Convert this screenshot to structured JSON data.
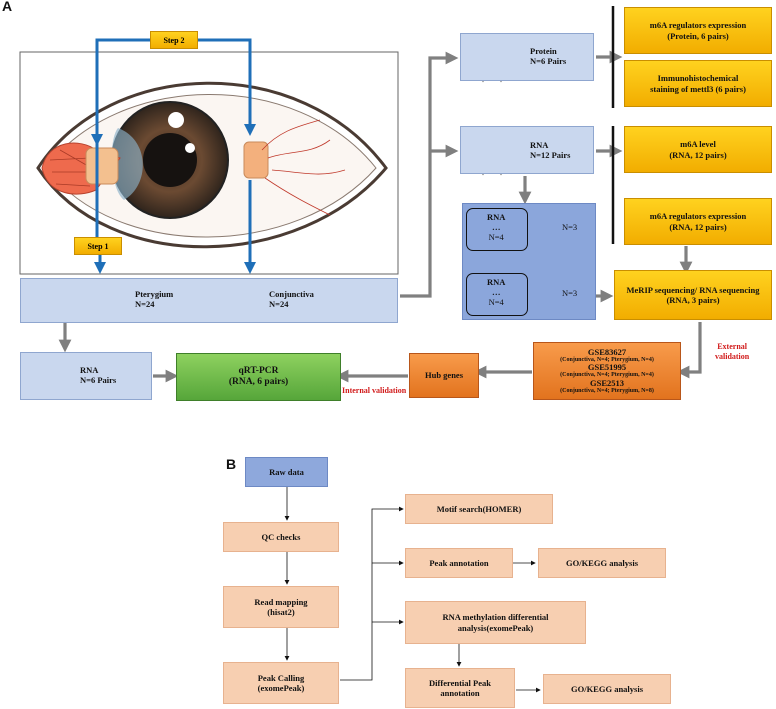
{
  "panels": {
    "a": "A",
    "b": "B"
  },
  "a": {
    "step1": "Step 1",
    "step2": "Step 2",
    "pterygium": {
      "name": "Pterygium",
      "n": "N=24"
    },
    "conjunctiva": {
      "name": "Conjunctiva",
      "n": "N=24"
    },
    "protein": {
      "name": "Protein",
      "n": "N=6 Pairs"
    },
    "rna12": {
      "name": "RNA",
      "n": "N=12 Pairs"
    },
    "rna_left": {
      "name": "RNA",
      "n": "N=6 Pairs"
    },
    "pool1": {
      "name": "RNA",
      "dots": "…",
      "n": "N=4",
      "out": "N=3"
    },
    "pool2": {
      "name": "RNA",
      "dots": "…",
      "n": "N=4",
      "out": "N=3"
    },
    "y1": {
      "l1": "m6A regulators expression",
      "l2": "(Protein, 6 pairs)"
    },
    "y2": {
      "l1": "Immunohistochemical",
      "l2": "staining of mettl3 (6 pairs)"
    },
    "y3": {
      "l1": "m6A level",
      "l2": "(RNA, 12 pairs)"
    },
    "y4": {
      "l1": "m6A regulators expression",
      "l2": "(RNA, 12 pairs)"
    },
    "y5": {
      "l1": "MeRIP sequencing/ RNA sequencing",
      "l2": "(RNA, 3 pairs)"
    },
    "qrt": {
      "l1": "qRT-PCR",
      "l2": "(RNA, 6 pairs)"
    },
    "hub": "Hub genes",
    "internal": "Internal validation",
    "external": {
      "l1": "External",
      "l2": "validation"
    },
    "gse": [
      {
        "name": "GSE83627",
        "detail": "(Conjunctiva, N=4; Pterygium, N=4)"
      },
      {
        "name": "GSE51995",
        "detail": "(Conjunctiva, N=4; Pterygium, N=4)"
      },
      {
        "name": "GSE2513",
        "detail": "(Conjunctiva, N=4; Pterygium, N=8)"
      }
    ]
  },
  "b": {
    "raw": "Raw data",
    "qc": "QC checks",
    "map": {
      "l1": "Read mapping",
      "l2": "(hisat2)"
    },
    "peak": {
      "l1": "Peak Calling",
      "l2": "(exomePeak)"
    },
    "motif": "Motif search(HOMER)",
    "anno": "Peak annotation",
    "go1": "GO/KEGG analysis",
    "diff": {
      "l1": "RNA methylation differential",
      "l2": "analysis(exomePeak)"
    },
    "dpa": {
      "l1": "Differential Peak",
      "l2": "annotation"
    },
    "go2": "GO/KEGG analysis"
  },
  "colors": {
    "blue_box": "#c9d7ee",
    "yellow": "#f7b600",
    "green": "#6cbf45",
    "orange": "#f0872f",
    "peach": "#f7cfb1",
    "arrow": "#808080",
    "step_arrow": "#1f6fb8"
  }
}
